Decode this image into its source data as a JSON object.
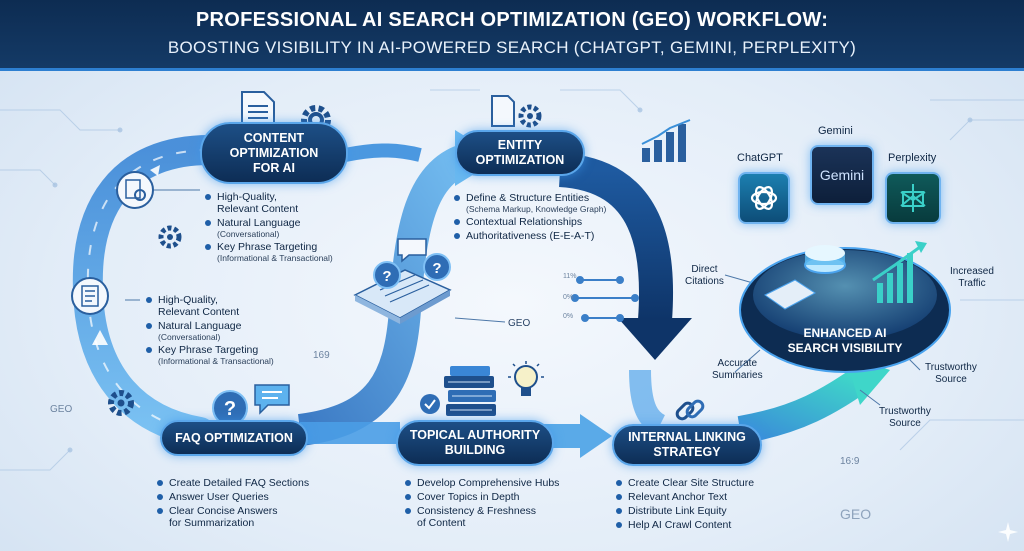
{
  "header": {
    "title": "PROFESSIONAL AI SEARCH OPTIMIZATION (GEO) WORKFLOW:",
    "subtitle": "BOOSTING VISIBILITY IN AI-POWERED SEARCH (CHATGPT, GEMINI, PERPLEXITY)"
  },
  "content_optimization": {
    "title_lines": [
      "CONTENT",
      "OPTIMIZATION",
      "FOR AI"
    ],
    "items": [
      {
        "text": "High-Quality,",
        "text2": "Relevant Content",
        "sub": ""
      },
      {
        "text": "Natural Language",
        "text2": "",
        "sub": "(Conversational)"
      },
      {
        "text": "Key Phrase Targeting",
        "text2": "",
        "sub": "(Informational & Transactional)"
      }
    ]
  },
  "left_list": {
    "items": [
      {
        "text": "High-Quality,",
        "text2": "Relevant Content",
        "sub": ""
      },
      {
        "text": "Natural Language",
        "text2": "",
        "sub": "(Conversational)"
      },
      {
        "text": "Key Phrase Targeting",
        "text2": "",
        "sub": "(Informational & Transactional)"
      }
    ]
  },
  "entity": {
    "title_lines": [
      "ENTITY",
      "OPTIMIZATION"
    ],
    "items": [
      {
        "text": "Define & Structure Entities",
        "sub": "(Schema Markup, Knowledge Graph)"
      },
      {
        "text": "Contextual Relationships",
        "sub": ""
      },
      {
        "text": "Authoritativeness (E-E-A-T)",
        "sub": ""
      }
    ]
  },
  "faq": {
    "title": "FAQ OPTIMIZATION",
    "items": [
      "Create Detailed FAQ Sections",
      "Answer User Queries",
      "Clear Concise Answers",
      "for Summarization"
    ]
  },
  "topical": {
    "title_lines": [
      "TOPICAL AUTHORITY",
      "BUILDING"
    ],
    "items": [
      "Develop Comprehensive Hubs",
      "Cover Topics in Depth",
      "Consistency & Freshness",
      "of Content"
    ]
  },
  "internal": {
    "title_lines": [
      "INTERNAL LINKING",
      "STRATEGY"
    ],
    "items": [
      "Create Clear Site Structure",
      "Relevant Anchor Text",
      "Distribute Link Equity",
      "Help AI Crawl Content"
    ]
  },
  "platforms": {
    "chatgpt": "ChatGPT",
    "gemini": "Gemini",
    "gemini_logo": "Gemini",
    "perplexity": "Perplexity"
  },
  "visibility": {
    "title_lines": [
      "ENHANCED AI",
      "SEARCH VISIBILITY"
    ],
    "direct": [
      "Direct",
      "Citations"
    ],
    "accurate": [
      "Accurate",
      "Summaries"
    ],
    "increased": [
      "Increased",
      "Traffic"
    ],
    "trust1": [
      "Trustworthy",
      "Source"
    ],
    "trust2": [
      "Trustworthy",
      "Source"
    ]
  },
  "misc": {
    "geo_left": "GEO",
    "geo_center": "GEO",
    "geo_right": "GEO",
    "n169_left": "169",
    "n169_right": "16:9",
    "pct1": "11%",
    "pct2": "0%",
    "pct3": "0%"
  },
  "colors": {
    "navy": "#0d2c52",
    "accent": "#2d7fd1",
    "arrow_light": "#6db8f2",
    "arrow_dark": "#1a4d8c",
    "teal": "#3ad0c8"
  }
}
